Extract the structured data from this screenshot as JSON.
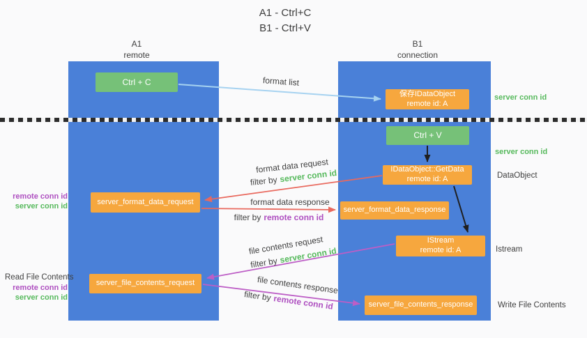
{
  "title": {
    "line1": "A1 - Ctrl+C",
    "line2": "B1 - Ctrl+V"
  },
  "columns": {
    "left": {
      "name": "A1",
      "role": "remote"
    },
    "right": {
      "name": "B1",
      "role": "connection"
    }
  },
  "nodes": {
    "ctrl_c": "Ctrl + C",
    "ctrl_v": "Ctrl + V",
    "save_idataobject": {
      "title": "保存IDataObject",
      "sub": "remote id: A"
    },
    "getdata": {
      "title": "IDataObject::GetData",
      "sub": "remote id: A"
    },
    "istream": {
      "title": "IStream",
      "sub": "remote id: A"
    },
    "format_request": "server_format_data_request",
    "format_response": "server_format_data_response",
    "file_request": "server_file_contents_request",
    "file_response": "server_file_contents_response"
  },
  "flows": {
    "format_list": "format list",
    "format_data_request": "format data request",
    "format_data_response": "format data response",
    "file_contents_request": "file contents request",
    "file_contents_response": "file contents response"
  },
  "vocab": {
    "filter_by": "filter by",
    "server_conn_id": "server conn id",
    "remote_conn_id": "remote conn id"
  },
  "side_labels": {
    "read_file_contents": "Read File Contents",
    "dataobject": "DataObject",
    "istream": "Istream",
    "write_file_contents": "Write File Contents"
  },
  "colors": {
    "lifeline_blue": "#4a80d8",
    "node_green": "#76c178",
    "node_orange": "#f6a73e",
    "arrow_red": "#e9695e",
    "arrow_magenta": "#bd5ec6",
    "arrow_lightblue": "#a6d2f0",
    "arrow_black": "#1f1f1f",
    "text_green": "#56b95c",
    "text_purple": "#ae4fc0",
    "text_dark": "#3f3f3f"
  }
}
